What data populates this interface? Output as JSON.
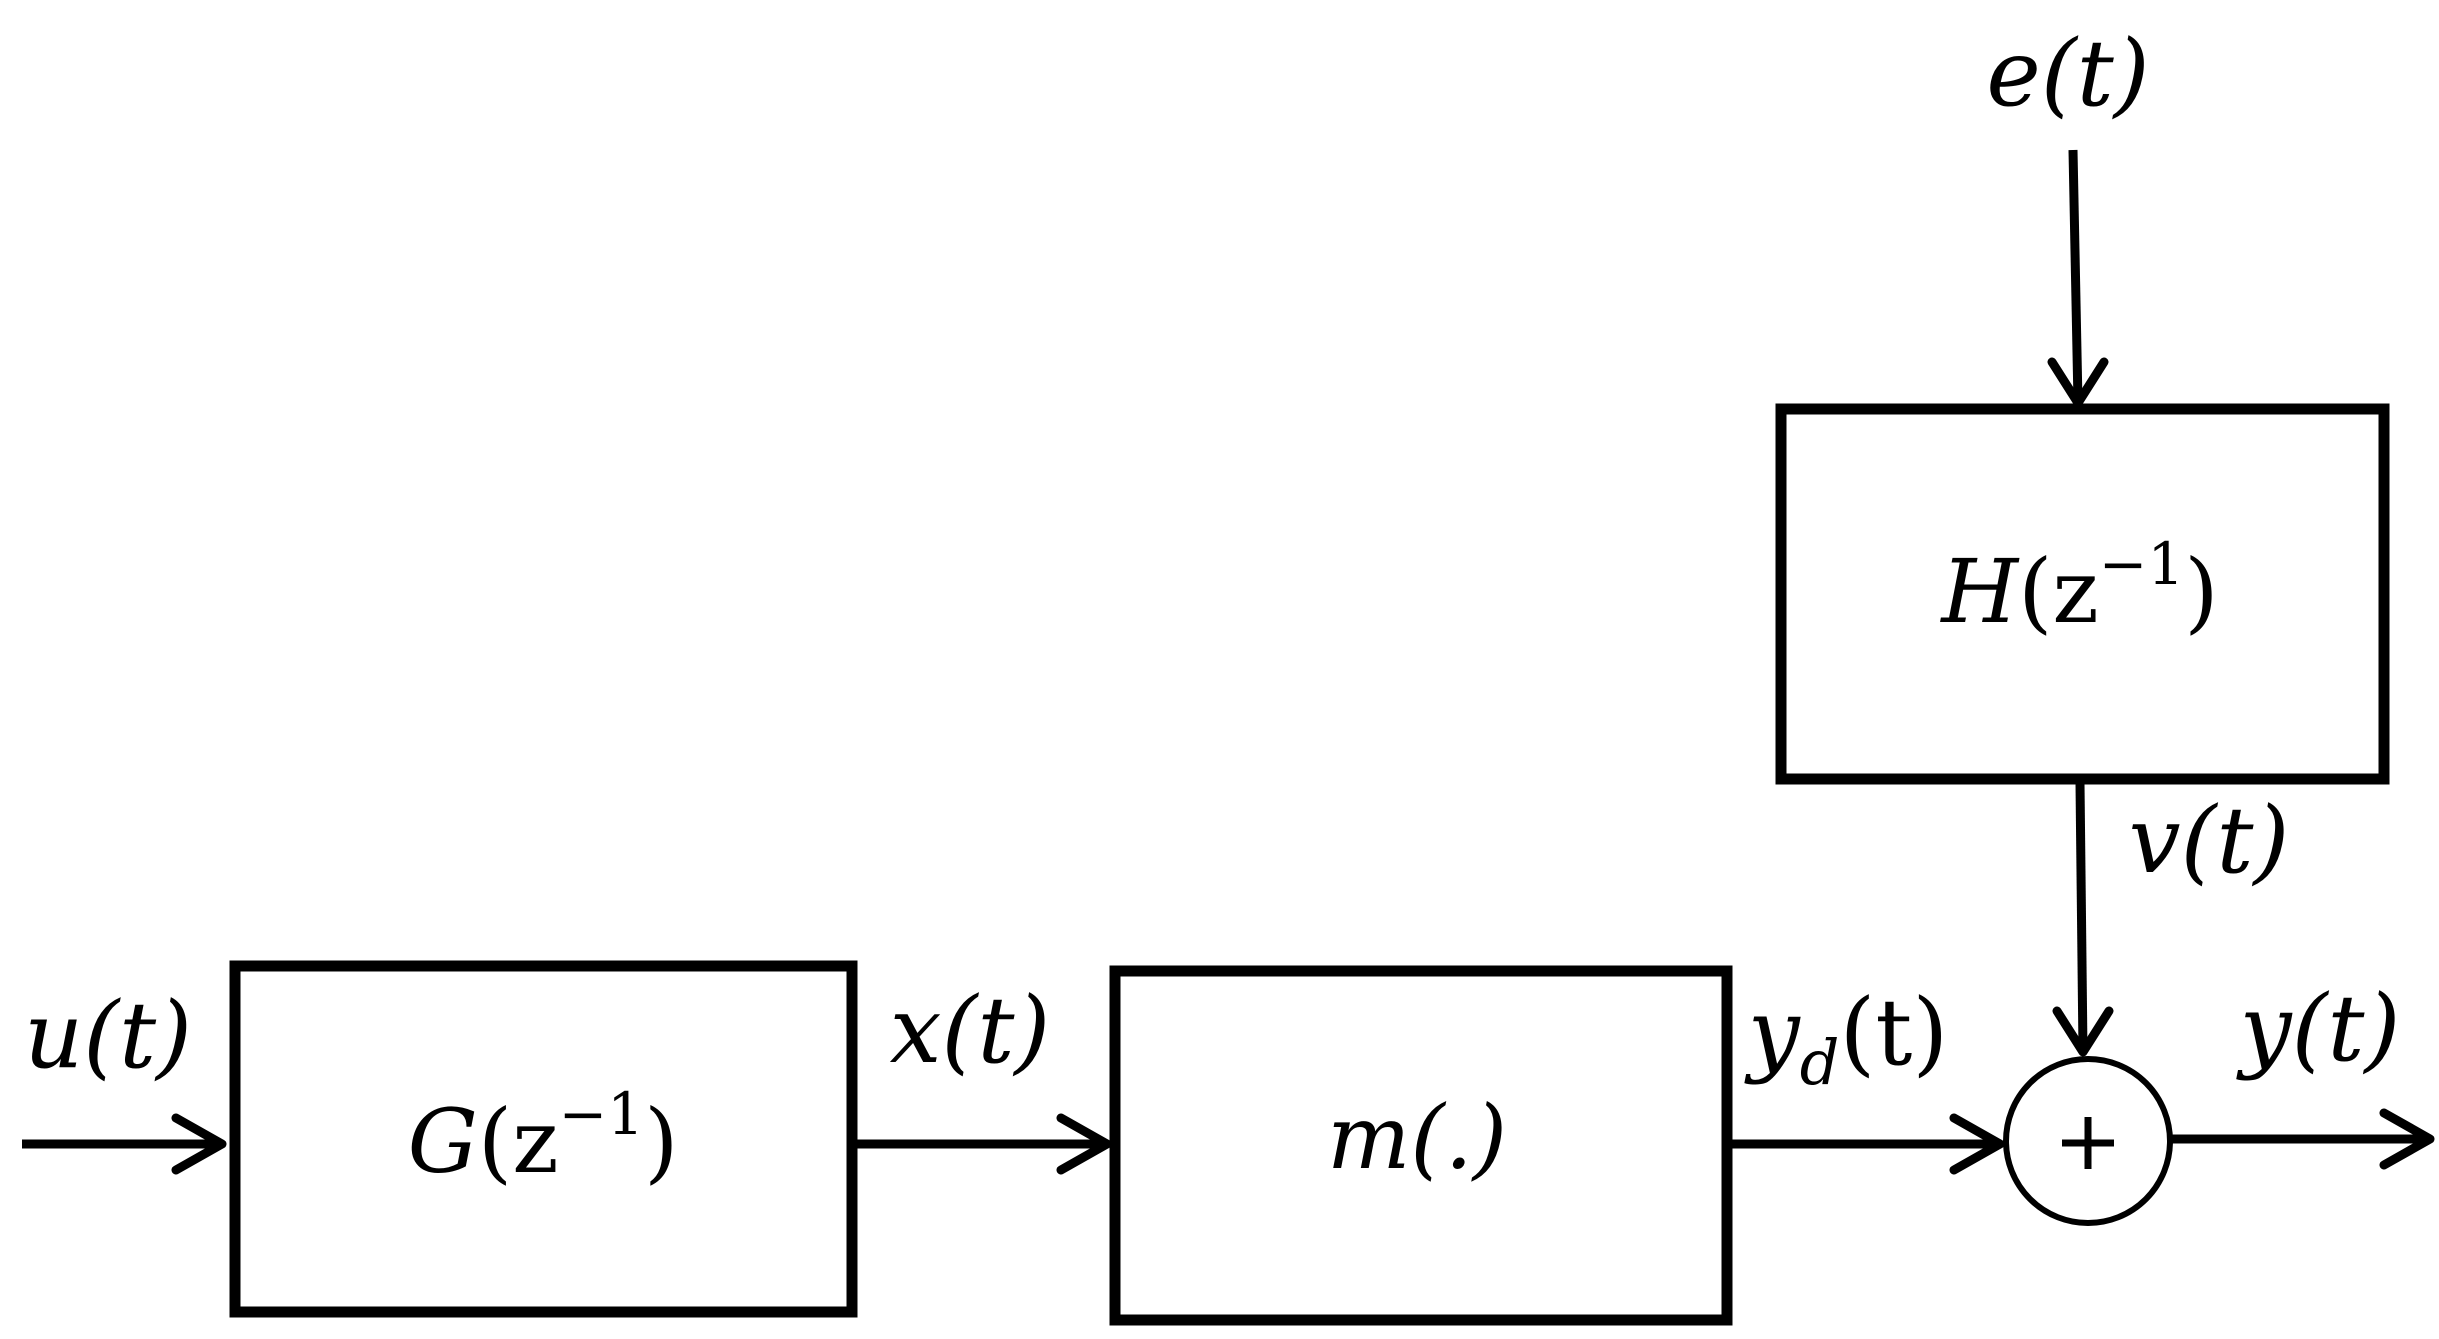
{
  "blocks": {
    "g": {
      "name": "G",
      "arg_open": "(z",
      "exponent": "−1",
      "arg_close": ")"
    },
    "m": {
      "label": "m(.)"
    },
    "h": {
      "name": "H",
      "arg_open": "(z",
      "exponent": "−1",
      "arg_close": ")"
    }
  },
  "signals": {
    "u": "u(t)",
    "x": "x(t)",
    "yd_main": "y",
    "yd_sub": "d",
    "yd_arg": "(t)",
    "y": "y(t)",
    "e": "e(t)",
    "v": "v(t)"
  },
  "summing_junction": {
    "symbol": "+"
  }
}
